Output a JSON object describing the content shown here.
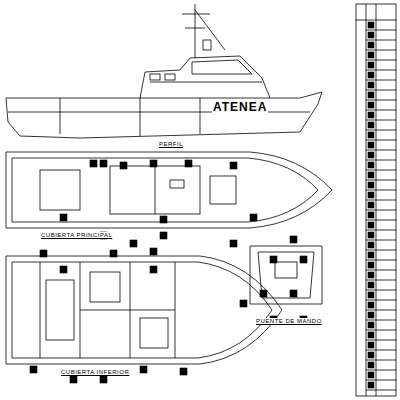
{
  "diagram": {
    "labels": [
      "ATENEA",
      "PERFIL",
      "CUBIERTA PRINCIPAL",
      "CUBIERTA INFERIOR",
      "PUENTE DE MANDO"
    ]
  }
}
